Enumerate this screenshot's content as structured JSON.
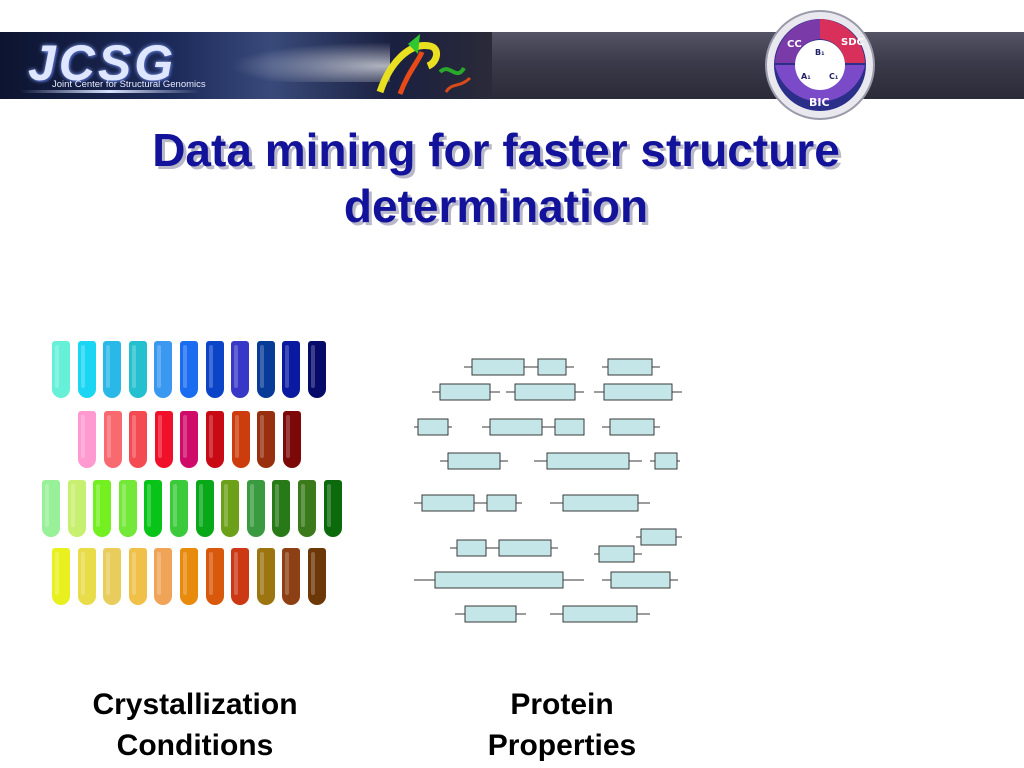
{
  "header": {
    "logo_text": "JCSG",
    "logo_subtitle": "Joint Center for Structural Genomics",
    "emblem": {
      "ring_labels": [
        "CC",
        "SDC",
        "BIC"
      ],
      "inner_labels": [
        "B₁",
        "A₁",
        "C₁"
      ]
    }
  },
  "slide": {
    "title_line1": "Data mining for faster structure",
    "title_line2": "determination"
  },
  "tubes": {
    "rows": [
      [
        "#66f0d8",
        "#1ad6f2",
        "#2ab8e8",
        "#25c0cf",
        "#3a98f0",
        "#1a6cf0",
        "#0c44c8",
        "#3838c8",
        "#083a98",
        "#0a1aa0",
        "#060a68"
      ],
      [
        "#ff9ad0",
        "#f86a70",
        "#f44a52",
        "#f0102a",
        "#d00a68",
        "#c80a14",
        "#cc3c0c",
        "#983010",
        "#7c0808"
      ],
      [
        "#98f098",
        "#c8f070",
        "#74f020",
        "#74e838",
        "#08c418",
        "#3aca3a",
        "#08a818",
        "#6ca018",
        "#3a9a40",
        "#287a18",
        "#3a7a1a",
        "#0c6a0c"
      ],
      [
        "#e8f020",
        "#e8dc48",
        "#e8cc5c",
        "#f0c048",
        "#f0a458",
        "#e88a0c",
        "#d8580c",
        "#cc3814",
        "#9c7410",
        "#8c4014",
        "#6c3808"
      ]
    ]
  },
  "protein_diagram": {
    "fill_color": "#c4e6e8",
    "stroke_color": "#3a3a3a"
  },
  "captions": {
    "left_line1": "Crystallization",
    "left_line2": "Conditions",
    "right_line1": "Protein",
    "right_line2": "Properties"
  }
}
